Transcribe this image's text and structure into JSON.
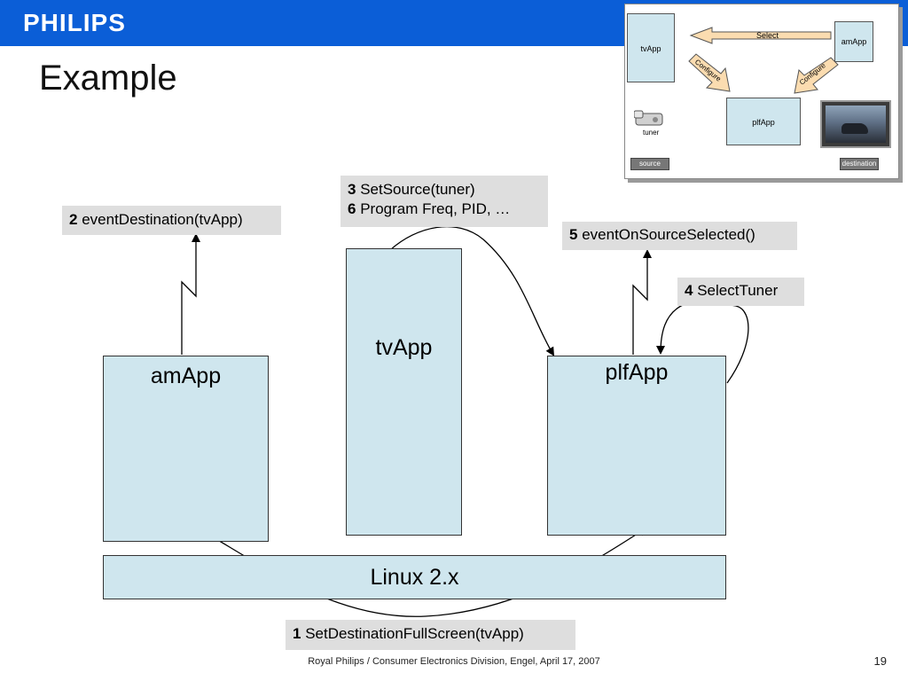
{
  "brand": "PHILIPS",
  "title": "Example",
  "boxes": {
    "amApp": "amApp",
    "tvApp": "tvApp",
    "plfApp": "plfApp",
    "linux": "Linux 2.x"
  },
  "labels": {
    "step2_num": "2",
    "step2_text": "eventDestination(tvApp)",
    "step3_num": "3",
    "step3_text": "SetSource(tuner)",
    "step6_num": "6",
    "step6_text": "Program Freq, PID, …",
    "step5_num": "5",
    "step5_text": "eventOnSourceSelected()",
    "step4_num": "4",
    "step4_text": "SelectTuner",
    "step1_num": "1",
    "step1_text": "SetDestinationFullScreen(tvApp)"
  },
  "inset": {
    "tvApp": "tvApp",
    "amApp": "amApp",
    "plfApp": "plfApp",
    "select": "Select",
    "configure_left": "Configure",
    "configure_right": "Configure",
    "tuner": "tuner",
    "source": "source",
    "destination": "destination"
  },
  "footer": "Royal Philips / Consumer Electronics Division, Engel, April 17, 2007",
  "page_number": "19",
  "colors": {
    "header_bar": "#0b5ed7",
    "box_fill": "#cfe6ee",
    "label_fill": "#dedede",
    "arrow_fill": "#fbdcb0"
  }
}
